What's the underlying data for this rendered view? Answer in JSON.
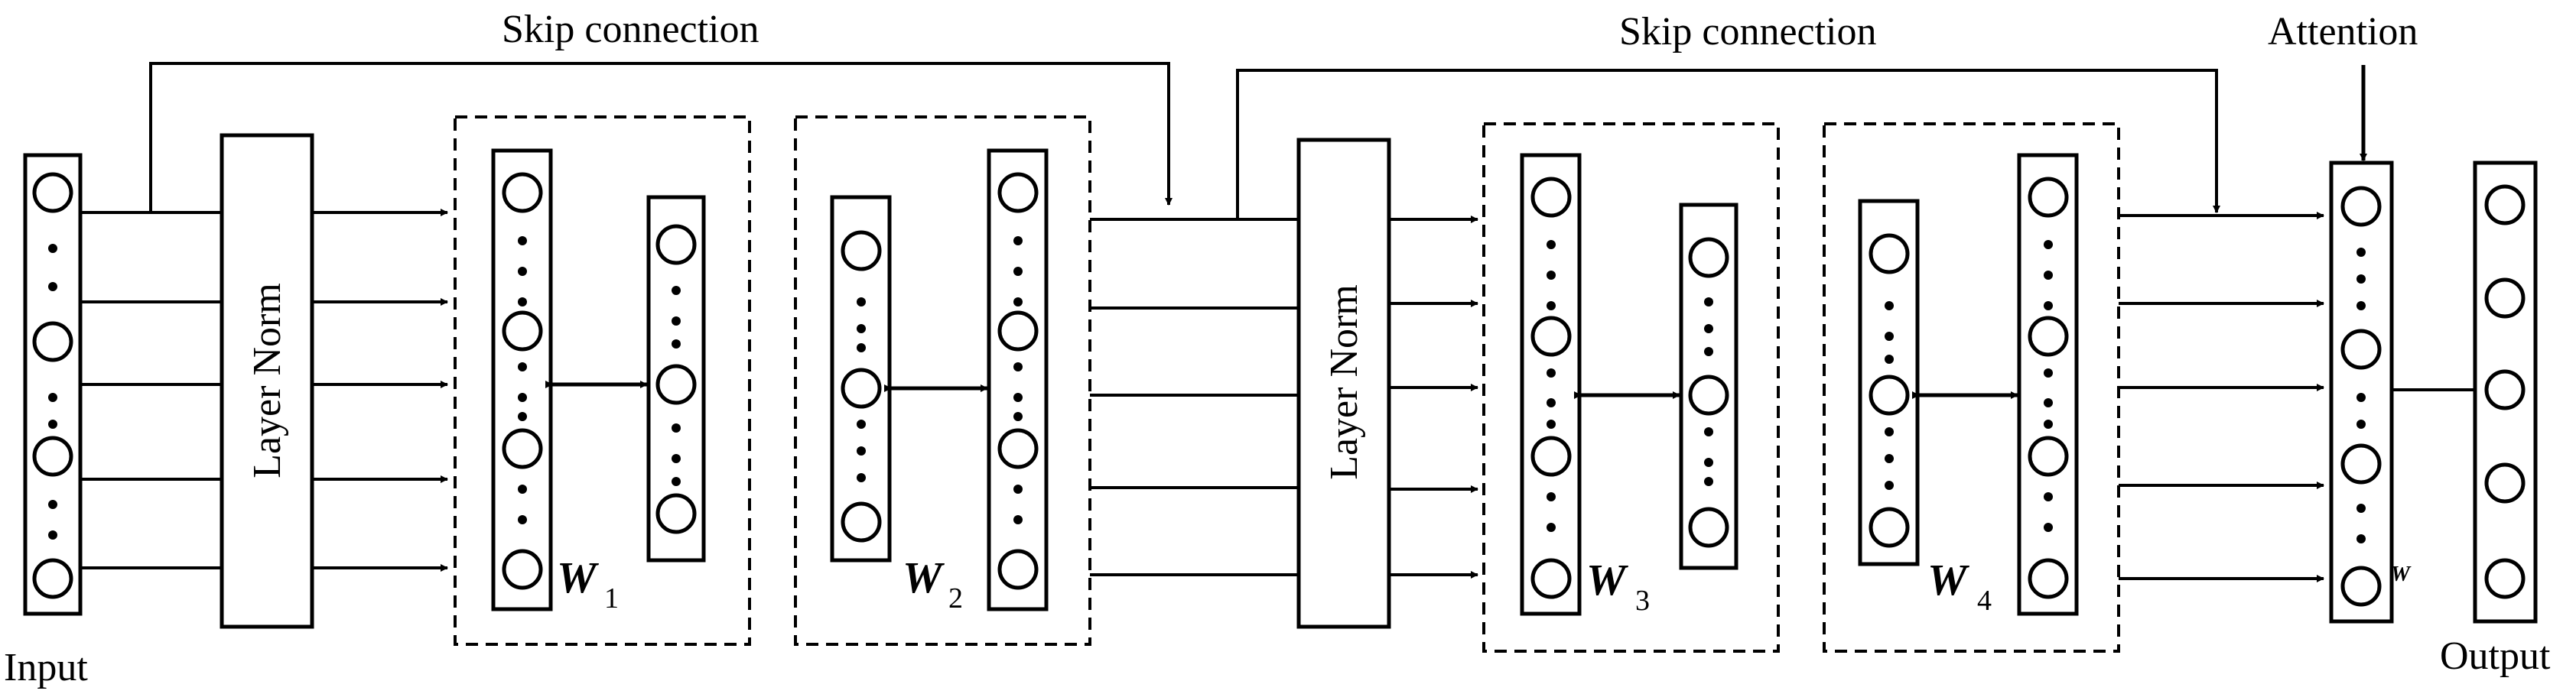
{
  "labels": {
    "input": "Input",
    "output": "Output",
    "skip1": "Skip connection",
    "skip2": "Skip connection",
    "attention": "Attention",
    "layernorm1": "Layer Norm",
    "layernorm2": "Layer Norm"
  },
  "weights": [
    {
      "symbol": "W",
      "sub": "1"
    },
    {
      "symbol": "W",
      "sub": "2"
    },
    {
      "symbol": "W",
      "sub": "3"
    },
    {
      "symbol": "W",
      "sub": "4"
    },
    {
      "symbol": "W",
      "sub": ""
    }
  ],
  "colors": {
    "line": "#000000",
    "background": "#ffffff"
  }
}
